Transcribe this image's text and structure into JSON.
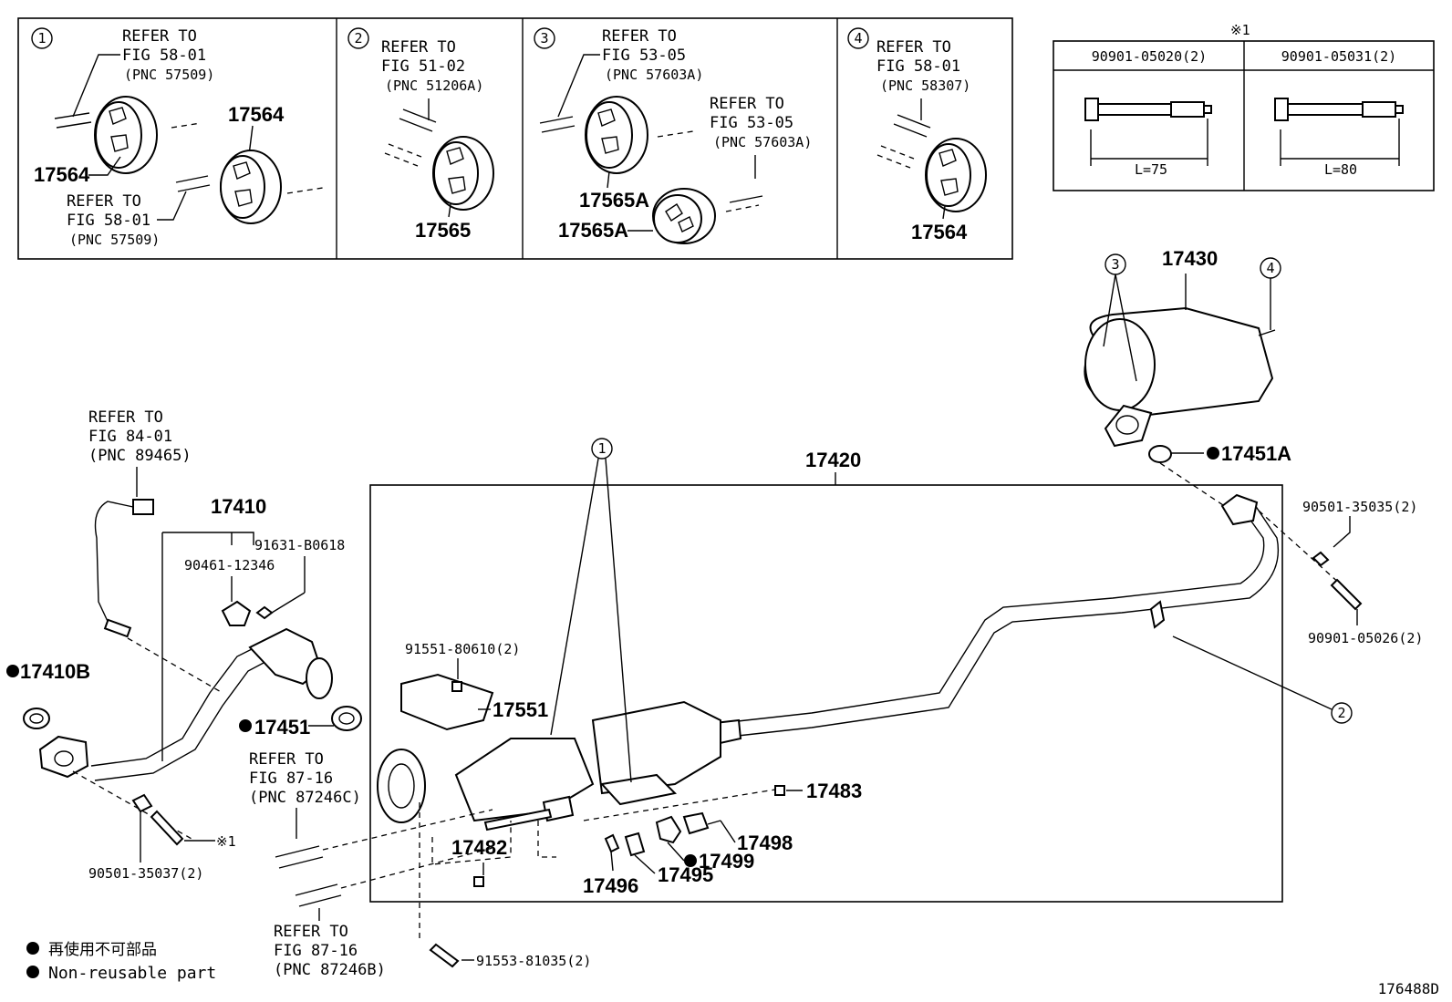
{
  "figure_code": "176488D",
  "note_mark": "※1",
  "legend": {
    "jp": "再使用不可部品",
    "en": "Non-reusable part"
  },
  "detail_panels": [
    {
      "num": "1",
      "refs": [
        {
          "line1": "REFER TO",
          "line2": "FIG 58-01",
          "line3": "(PNC 57509)"
        },
        {
          "line1": "REFER TO",
          "line2": "FIG 58-01",
          "line3": "(PNC 57509)"
        }
      ],
      "parts": [
        "17564",
        "17564"
      ]
    },
    {
      "num": "2",
      "refs": [
        {
          "line1": "REFER TO",
          "line2": "FIG 51-02",
          "line3": "(PNC 51206A)"
        }
      ],
      "parts": [
        "17565"
      ]
    },
    {
      "num": "3",
      "refs": [
        {
          "line1": "REFER TO",
          "line2": "FIG 53-05",
          "line3": "(PNC 57603A)"
        },
        {
          "line1": "REFER TO",
          "line2": "FIG 53-05",
          "line3": "(PNC 57603A)"
        }
      ],
      "parts": [
        "17565A",
        "17565A"
      ]
    },
    {
      "num": "4",
      "refs": [
        {
          "line1": "REFER TO",
          "line2": "FIG 58-01",
          "line3": "(PNC 58307)"
        }
      ],
      "parts": [
        "17564"
      ]
    }
  ],
  "bolt_table": {
    "mark": "※1",
    "cols": [
      {
        "pn": "90901-05020(2)",
        "len": "L=75"
      },
      {
        "pn": "90901-05031(2)",
        "len": "L=80"
      }
    ]
  },
  "callouts": {
    "c1": "1",
    "c2": "2",
    "c3": "3",
    "c4": "4"
  },
  "main_parts": {
    "p17430": "17430",
    "p17451A": "17451A",
    "p17420": "17420",
    "p90501_35035": "90501-35035(2)",
    "p90901_05026": "90901-05026(2)",
    "p17410": "17410",
    "p91631": "91631-B0618",
    "p90461": "90461-12346",
    "p17410B": "17410B",
    "p17451": "17451",
    "p90501_35037": "90501-35037(2)",
    "p91551": "91551-80610(2)",
    "p17551": "17551",
    "p17483": "17483",
    "p17498": "17498",
    "p17499": "17499",
    "p17482": "17482",
    "p17495": "17495",
    "p17496": "17496",
    "p91553": "91553-81035(2)",
    "mark1": "※1"
  },
  "main_refs": {
    "sensor": {
      "line1": "REFER TO",
      "line2": "FIG 84-01",
      "line3": "(PNC 89465)"
    },
    "pipe_c": {
      "line1": "REFER TO",
      "line2": "FIG 87-16",
      "line3": "(PNC 87246C)"
    },
    "pipe_b": {
      "line1": "REFER TO",
      "line2": "FIG 87-16",
      "line3": "(PNC 87246B)"
    }
  }
}
